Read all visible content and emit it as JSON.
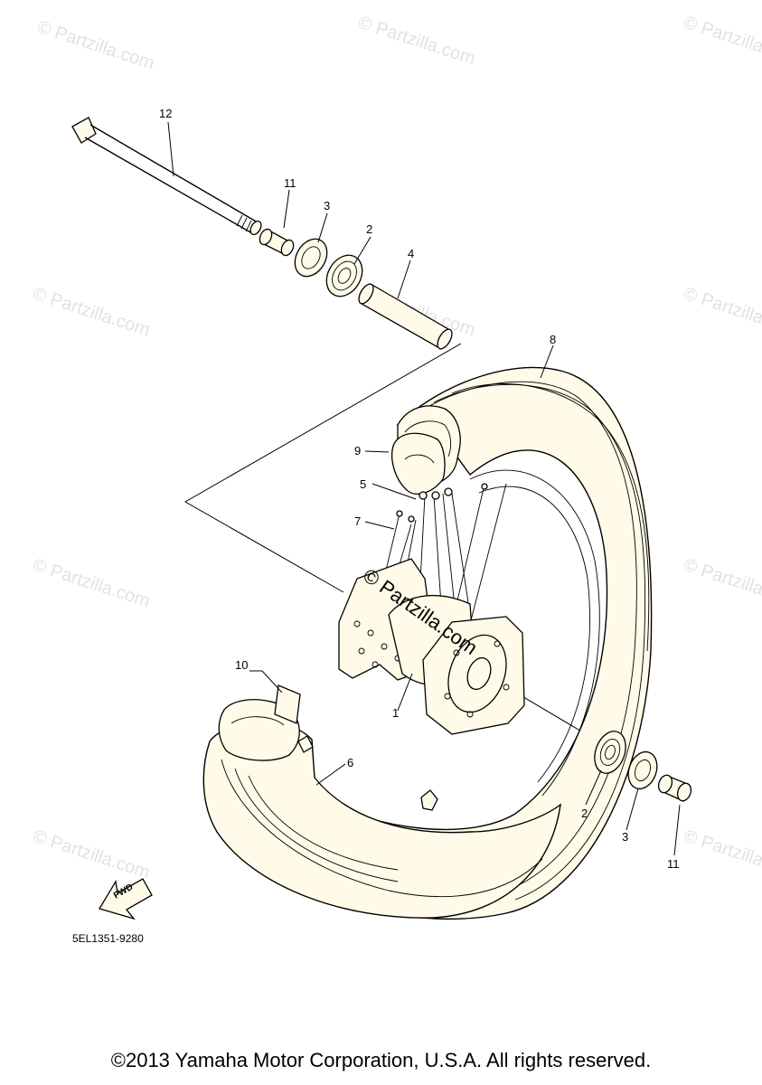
{
  "watermark": {
    "text": "© Partzilla.com",
    "center_text": "© Partzilla.com"
  },
  "callouts": [
    {
      "label": "12",
      "part": "axle"
    },
    {
      "label": "11",
      "part": "collar"
    },
    {
      "label": "3",
      "part": "oil-seal"
    },
    {
      "label": "2",
      "part": "bearing"
    },
    {
      "label": "4",
      "part": "spacer"
    },
    {
      "label": "8",
      "part": "tire"
    },
    {
      "label": "9",
      "part": "rim-band"
    },
    {
      "label": "5",
      "part": "nipple"
    },
    {
      "label": "7",
      "part": "spoke"
    },
    {
      "label": "1",
      "part": "hub"
    },
    {
      "label": "10",
      "part": "tube-valve"
    },
    {
      "label": "6",
      "part": "tube"
    },
    {
      "label": "2",
      "part": "bearing"
    },
    {
      "label": "3",
      "part": "oil-seal"
    },
    {
      "label": "11",
      "part": "collar"
    }
  ],
  "fwd_arrow": {
    "label": "FWD"
  },
  "part_number": "5EL1351-9280",
  "copyright": "©2013 Yamaha Motor Corporation, U.S.A. All rights reserved."
}
